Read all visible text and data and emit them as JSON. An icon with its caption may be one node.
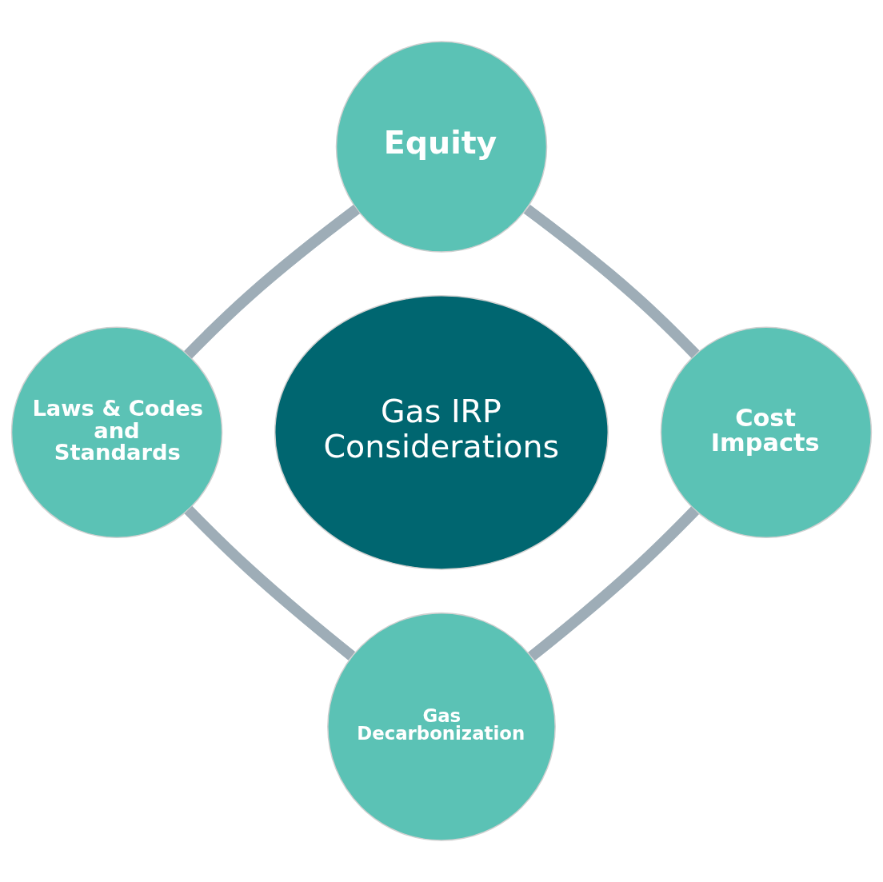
{
  "diagram": {
    "nodes": [
      {
        "text": [
          "Equity"
        ]
      },
      {
        "text": [
          "Laws & Codes and Standards"
        ]
      },
      {
        "text": [
          "Gas IRP Considerations"
        ]
      },
      {
        "text": [
          "Cost Impacts"
        ]
      },
      {
        "text": [
          "Gas Decarbonization"
        ]
      }
    ],
    "edges": [
      {
        "from": 0,
        "to": 3,
        "arrow": "none"
      },
      {
        "from": 3,
        "to": 4,
        "arrow": "none"
      },
      {
        "from": 4,
        "to": 1,
        "arrow": "none"
      },
      {
        "from": 1,
        "to": 0,
        "arrow": "none"
      }
    ]
  }
}
